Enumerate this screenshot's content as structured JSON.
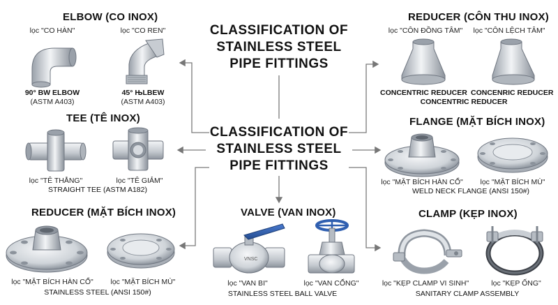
{
  "center": {
    "top_lines": [
      "CLASSIFICATION OF",
      "STAINLESS STEEL",
      "PIPE FITTINGS"
    ],
    "mid_lines": [
      "CLASSIFICATION OF",
      "STAINLESS STEEL",
      "PIPE FITTINGS"
    ]
  },
  "elbow": {
    "title": "ELBOW (CO INOX)",
    "left_sub": "lọc \"CO HÀN\"",
    "right_sub": "lọc \"CO REN\"",
    "left_cap": "90° BW ELBOW",
    "left_std": "(ASTM A403)",
    "right_cap": "45° ЊLBEW",
    "right_std": "(ASTM A403)"
  },
  "tee": {
    "title": "TEE (TÊ INOX)",
    "left_sub": "lọc \"TÊ THẲNG\"",
    "right_sub": "lọc \"TÊ GIẢM\"",
    "caption": "STRAIGHT TEE (ASTM A182)"
  },
  "reducer_flange": {
    "title": "REDUCER (MẶT BÍCH INOX)",
    "left_sub": "lọc \"MẶT BÍCH HÀN CỔ\"",
    "right_sub": "lọc \"MẶT BÍCH MÙ\"",
    "caption": "STAINLESS STEEL (ANSI 150#)"
  },
  "valve": {
    "title": "VALVE (VAN INOX)",
    "left_sub": "lọc \"VAN BI\"",
    "right_sub": "lọc \"VAN CỔNG\"",
    "caption": "STAINLESS STEEL BALL VALVE",
    "body_text": "VNSC"
  },
  "reducer": {
    "title": "REDUCER (CÔN THU INOX)",
    "left_sub": "lọc \"CÔN ĐỒNG TÂM\"",
    "right_sub": "lọc \"CÔN LỆCH TÂM\"",
    "left_cap": "CONCENTRIC REDUCER",
    "right_cap": "CONCENRIC REDUCER",
    "bottom_cap": "CONCENTRIC REDUCER"
  },
  "flange": {
    "title": "FLANGE (MẶT BÍCH INOX)",
    "left_sub": "lọc \"MẶT BÍCH HÀN CỔ\"",
    "right_sub": "lọc \"MẶT BÍCH MÙ\"",
    "caption": "WELD NECK FLANGE (ANSI 150#)"
  },
  "clamp": {
    "title": "CLAMP (KẸP INOX)",
    "left_sub": "lọc \"KẸP CLAMP VI SINH\"",
    "right_sub": "lọc \"KẸP ỐNG\"",
    "caption": "SANITARY CLAMP ASSEMBLY"
  },
  "colors": {
    "steel_light": "#e6e9ed",
    "steel_mid": "#b9bfc7",
    "steel_dark": "#7d848d",
    "handle_blue": "#2f5fb0",
    "arrow": "#777777"
  }
}
